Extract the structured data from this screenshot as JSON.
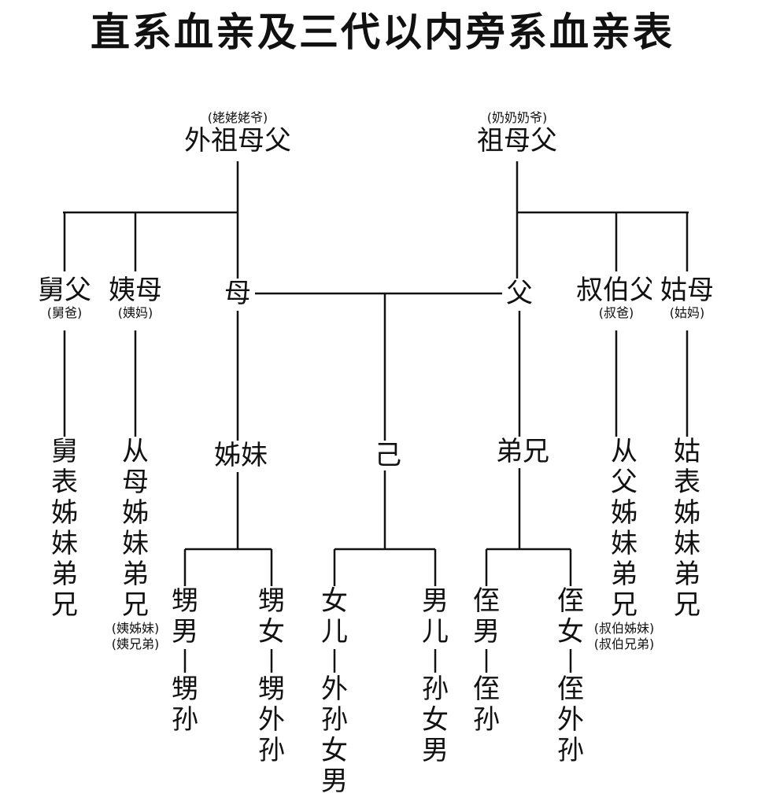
{
  "title": "直系血亲及三代以内旁系血亲表",
  "nodes": {
    "maternal_grandparents": {
      "label": "外祖母父",
      "note": "(姥姥姥爷)"
    },
    "paternal_grandparents": {
      "label": "祖母父",
      "note": "(奶奶奶爷)"
    },
    "maternal_uncle": {
      "label": "舅父",
      "note": "(舅爸)"
    },
    "maternal_aunt": {
      "label": "姨母",
      "note": "(姨妈)"
    },
    "mother": {
      "label": "母"
    },
    "father": {
      "label": "父"
    },
    "paternal_uncle": {
      "label": "叔伯父",
      "note": "(叔爸)"
    },
    "paternal_aunt": {
      "label": "姑母",
      "note": "(姑妈)"
    },
    "maternal_uncle_cousins": {
      "label": "舅表姊妹弟兄"
    },
    "maternal_aunt_cousins": {
      "label": "从母姊妹弟兄",
      "note1": "(姨姊妹)",
      "note2": "(姨兄弟)"
    },
    "sisters": {
      "label": "姊妹"
    },
    "self": {
      "label": "己"
    },
    "brothers": {
      "label": "弟兄"
    },
    "paternal_uncle_cousins": {
      "label": "从父姊妹弟兄",
      "note1": "(叔伯姊妹)",
      "note2": "(叔伯兄弟)"
    },
    "paternal_aunt_cousins": {
      "label": "姑表姊妹弟兄"
    },
    "sister_son": {
      "label": "甥男"
    },
    "sister_daughter": {
      "label": "甥女"
    },
    "daughter": {
      "label": "女儿"
    },
    "son": {
      "label": "男儿"
    },
    "brother_son": {
      "label": "侄男"
    },
    "brother_daughter": {
      "label": "侄女"
    },
    "sister_son_child": {
      "label": "甥孙"
    },
    "sister_daughter_child": {
      "label": "甥外孙"
    },
    "daughter_child": {
      "label": "外孙女男"
    },
    "son_child": {
      "label": "孙女男"
    },
    "brother_son_child": {
      "label": "侄孙"
    },
    "brother_daughter_child": {
      "label": "侄外孙"
    }
  }
}
